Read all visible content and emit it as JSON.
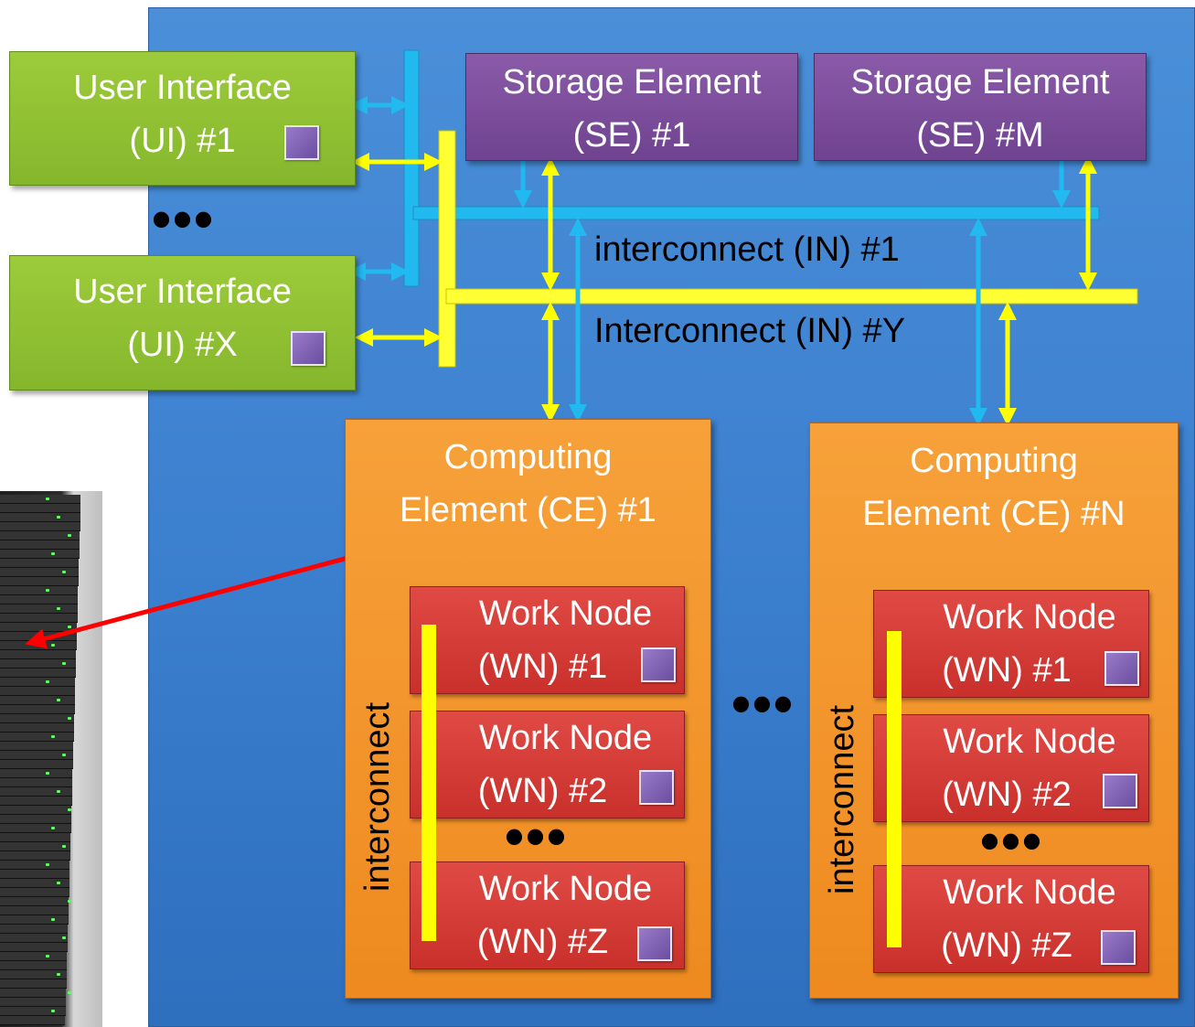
{
  "user_interfaces": [
    {
      "name": "User Interface",
      "id": "(UI) #1"
    },
    {
      "name": "User Interface",
      "id": "(UI) #X"
    }
  ],
  "storage_elements": [
    {
      "name": "Storage Element",
      "id": "(SE) #1"
    },
    {
      "name": "Storage Element",
      "id": "(SE) #M"
    }
  ],
  "interconnects": {
    "in1": "interconnect (IN) #1",
    "iny": "Interconnect (IN) #Y",
    "internal_label": "interconnect"
  },
  "computing_elements": [
    {
      "title_line1": "Computing",
      "title_line2": "Element (CE) #1",
      "nodes": [
        {
          "name": "Work Node",
          "id": "(WN) #1"
        },
        {
          "name": "Work Node",
          "id": "(WN) #2"
        },
        {
          "name": "Work Node",
          "id": "(WN) #Z"
        }
      ]
    },
    {
      "title_line1": "Computing",
      "title_line2": "Element (CE) #N",
      "nodes": [
        {
          "name": "Work Node",
          "id": "(WN) #1"
        },
        {
          "name": "Work Node",
          "id": "(WN) #2"
        },
        {
          "name": "Work Node",
          "id": "(WN) #Z"
        }
      ]
    }
  ],
  "ellipsis": "•••",
  "colors": {
    "background_panel": "#3b7fcf",
    "ui_green": "#8fbf30",
    "se_purple": "#7a4d9a",
    "ce_orange": "#f39530",
    "wn_red": "#d63a35",
    "in_cyan": "#22b8f0",
    "in_yellow": "#ffff00",
    "pointer_red": "#ff0000"
  }
}
